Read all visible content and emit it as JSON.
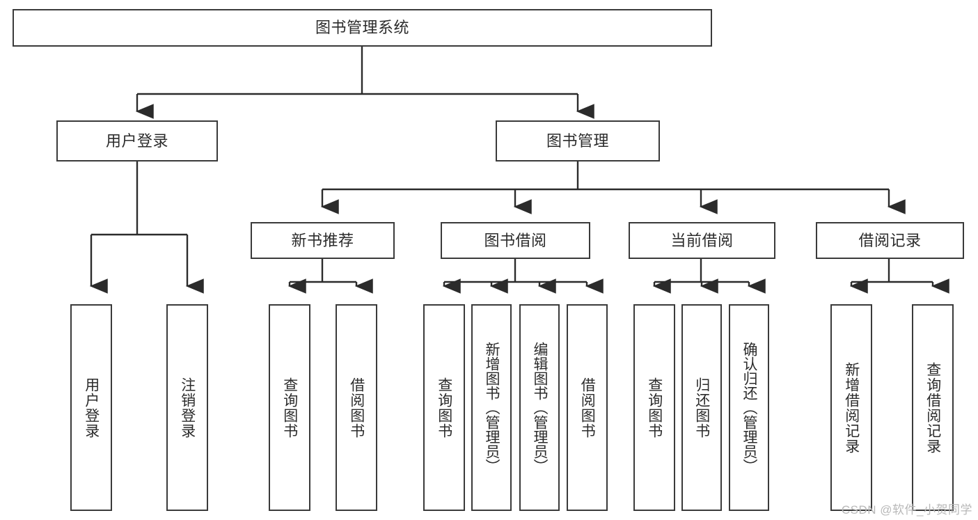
{
  "diagram": {
    "title": "图书管理系统",
    "watermark": "CSDN @软件_小贺同学",
    "colors": {
      "background": "#ffffff",
      "box_border": "#3a3a3a",
      "connector": "#2b2b2b",
      "text": "#2b2b2b",
      "watermark": "#b8b8b8"
    },
    "levels": {
      "root": {
        "label": "图书管理系统"
      },
      "level2": [
        {
          "label": "用户登录"
        },
        {
          "label": "图书管理"
        }
      ],
      "level3": [
        {
          "label": "新书推荐"
        },
        {
          "label": "图书借阅"
        },
        {
          "label": "当前借阅"
        },
        {
          "label": "借阅记录"
        }
      ],
      "leaves": {
        "user_login": [
          {
            "label": "用户登录"
          },
          {
            "label": "注销登录"
          }
        ],
        "new_book_recommend": [
          {
            "label": "查询图书"
          },
          {
            "label": "借阅图书"
          }
        ],
        "book_borrow": [
          {
            "label": "查询图书"
          },
          {
            "label": "新增图书（管理员）"
          },
          {
            "label": "编辑图书（管理员）"
          },
          {
            "label": "借阅图书"
          }
        ],
        "current_borrow": [
          {
            "label": "查询图书"
          },
          {
            "label": "归还图书"
          },
          {
            "label": "确认归还（管理员）"
          }
        ],
        "borrow_records": [
          {
            "label": "新增借阅记录"
          },
          {
            "label": "查询借阅记录"
          }
        ]
      }
    }
  }
}
